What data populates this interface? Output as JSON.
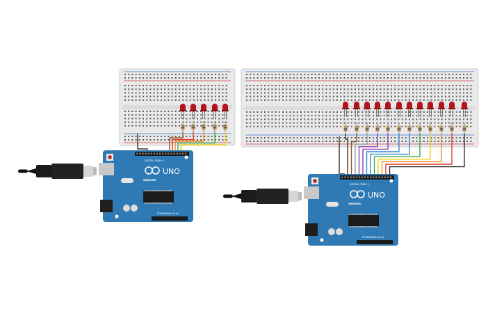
{
  "canvas": {
    "background": "#ffffff"
  },
  "colors": {
    "breadboard": "#e9e9e9",
    "board": "#2f7ab4",
    "led": "#b3141c",
    "wire_palette": [
      "#333333",
      "#8a5a2b",
      "#e23b2e",
      "#f08a1c",
      "#f2d21a",
      "#3aa845",
      "#2e8ccf",
      "#8b3fb3",
      "#9a9a9a"
    ]
  },
  "circuits": [
    {
      "label": "UNO",
      "sub_label": "ARDUINO",
      "digital_label": "DIGITAL (PWM~)",
      "power_label": "POWER",
      "analog_label": "ANALOG IN",
      "led_count": 5
    },
    {
      "label": "UNO",
      "sub_label": "ARDUINO",
      "digital_label": "DIGITAL (PWM~)",
      "power_label": "POWER",
      "analog_label": "ANALOG IN",
      "led_count": 12
    }
  ]
}
